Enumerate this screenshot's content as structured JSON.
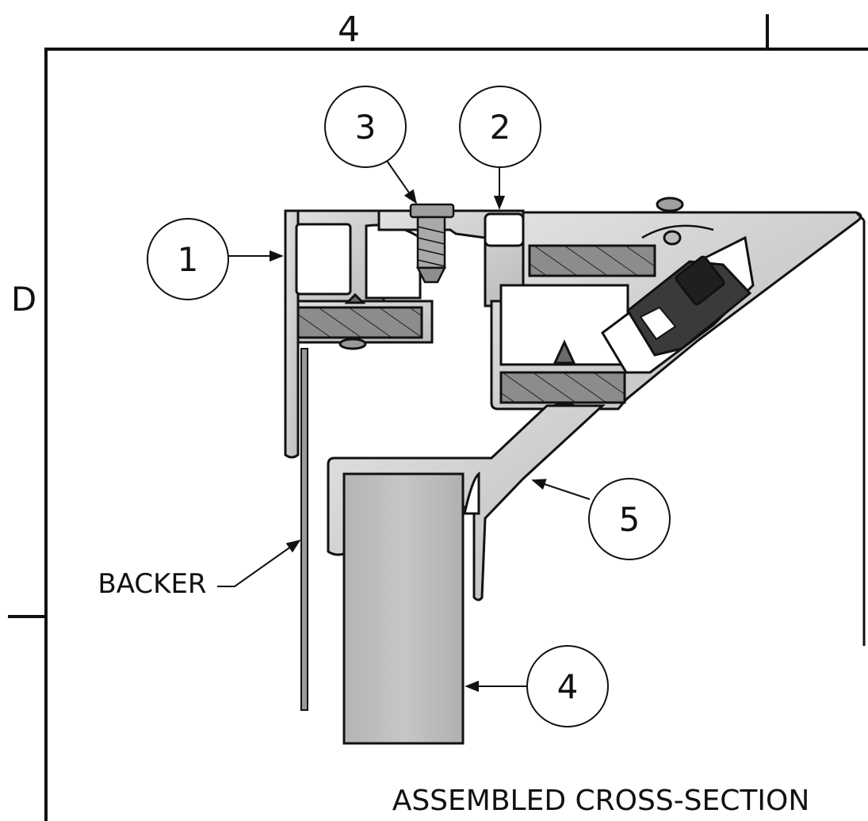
{
  "zone": {
    "column": "4",
    "row": "D"
  },
  "callouts": [
    {
      "id": "balloon-1",
      "text": "1"
    },
    {
      "id": "balloon-2",
      "text": "2"
    },
    {
      "id": "balloon-3",
      "text": "3"
    },
    {
      "id": "balloon-4",
      "text": "4"
    },
    {
      "id": "balloon-5",
      "text": "5"
    }
  ],
  "labels": {
    "backer": "BACKER"
  },
  "view_title": "ASSEMBLED CROSS-SECTION",
  "colors": {
    "line": "#111111",
    "profile": "#d0d0d0",
    "profile_dark": "#a8a8a8",
    "insert": "#8c8c8c",
    "block": "#bdbdbd",
    "gasket": "#3a3a3a"
  }
}
